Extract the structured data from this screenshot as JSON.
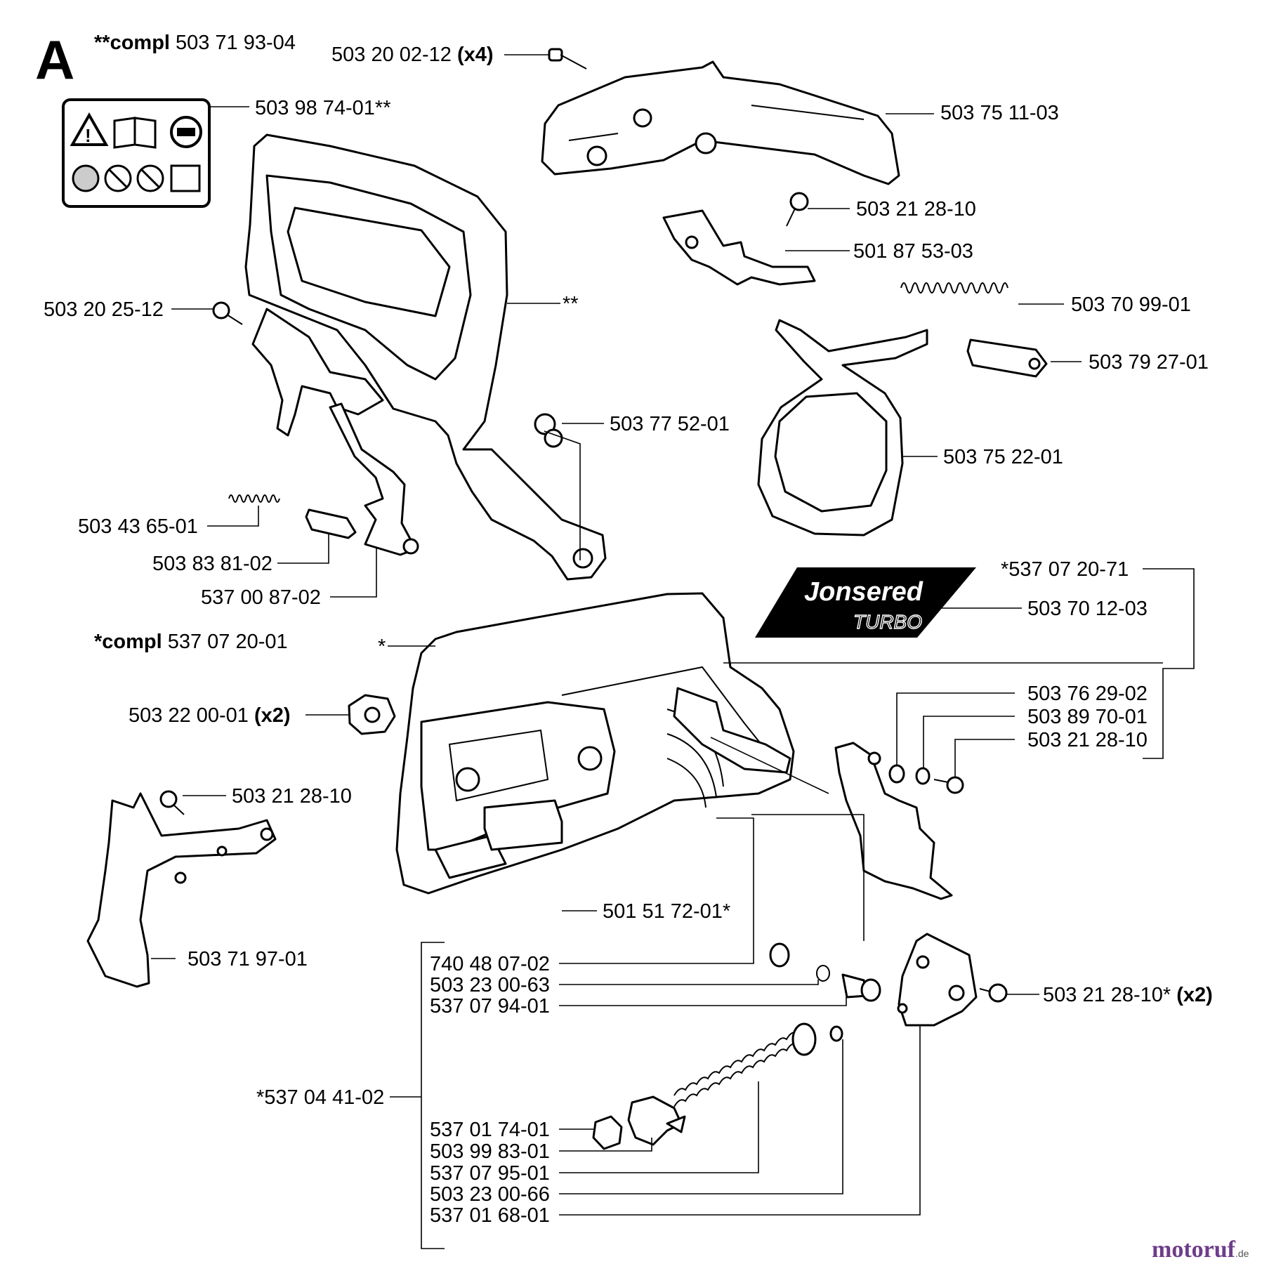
{
  "section_letter": "A",
  "kits": {
    "handle_kit": {
      "prefix": "**compl",
      "number": "503 71 93-04"
    },
    "cover_kit": {
      "prefix": "*compl",
      "number": "537 07 20-01"
    }
  },
  "parts": {
    "p_503_20_02_12": {
      "number": "503 20 02-12",
      "qty": "(x4)"
    },
    "p_503_98_74_01": {
      "number": "503 98 74-01**"
    },
    "p_503_75_11_03": {
      "number": "503 75 11-03"
    },
    "p_503_21_28_10_a": {
      "number": "503 21 28-10"
    },
    "p_501_87_53_03": {
      "number": "501 87 53-03"
    },
    "p_503_20_25_12": {
      "number": "503 20 25-12"
    },
    "p_handle_marker": {
      "number": "**"
    },
    "p_503_70_99_01": {
      "number": "503 70 99-01"
    },
    "p_503_79_27_01": {
      "number": "503 79 27-01"
    },
    "p_503_77_52_01": {
      "number": "503 77 52-01"
    },
    "p_503_75_22_01": {
      "number": "503 75 22-01"
    },
    "p_503_43_65_01": {
      "number": "503 43 65-01"
    },
    "p_503_83_81_02": {
      "number": "503 83 81-02"
    },
    "p_537_00_87_02": {
      "number": "537 00 87-02"
    },
    "p_537_07_20_71": {
      "number": "*537 07 20-71"
    },
    "p_503_70_12_03": {
      "number": "503 70 12-03"
    },
    "p_cover_marker": {
      "number": "*"
    },
    "p_503_22_00_01": {
      "number": "503 22 00-01",
      "qty": "(x2)"
    },
    "p_503_76_29_02": {
      "number": "503 76 29-02"
    },
    "p_503_89_70_01": {
      "number": "503 89 70-01"
    },
    "p_503_21_28_10_b": {
      "number": "503 21 28-10"
    },
    "p_503_21_28_10_c": {
      "number": "503 21 28-10"
    },
    "p_501_51_72_01": {
      "number": "501 51 72-01*"
    },
    "p_503_71_97_01": {
      "number": "503 71 97-01"
    },
    "p_740_48_07_02": {
      "number": "740 48 07-02"
    },
    "p_503_23_00_63": {
      "number": "503 23 00-63"
    },
    "p_537_07_94_01": {
      "number": "537 07 94-01"
    },
    "p_503_21_28_10_d": {
      "number": "503 21 28-10*",
      "qty": "(x2)"
    },
    "p_537_04_41_02": {
      "number": "*537 04 41-02"
    },
    "p_537_01_74_01": {
      "number": "537 01 74-01"
    },
    "p_503_99_83_01": {
      "number": "503 99 83-01"
    },
    "p_537_07_95_01": {
      "number": "537 07 95-01"
    },
    "p_503_23_00_66": {
      "number": "503 23 00-66"
    },
    "p_537_01_68_01": {
      "number": "537 01 68-01"
    }
  },
  "decal": {
    "brand": "Jonsered",
    "model": "TURBO"
  },
  "watermark": {
    "name": "motoruf",
    "tld": ".de"
  },
  "colors": {
    "line": "#000000",
    "background": "#ffffff",
    "watermark_primary": "#6e3d8a",
    "watermark_accent": "#e07a10"
  }
}
